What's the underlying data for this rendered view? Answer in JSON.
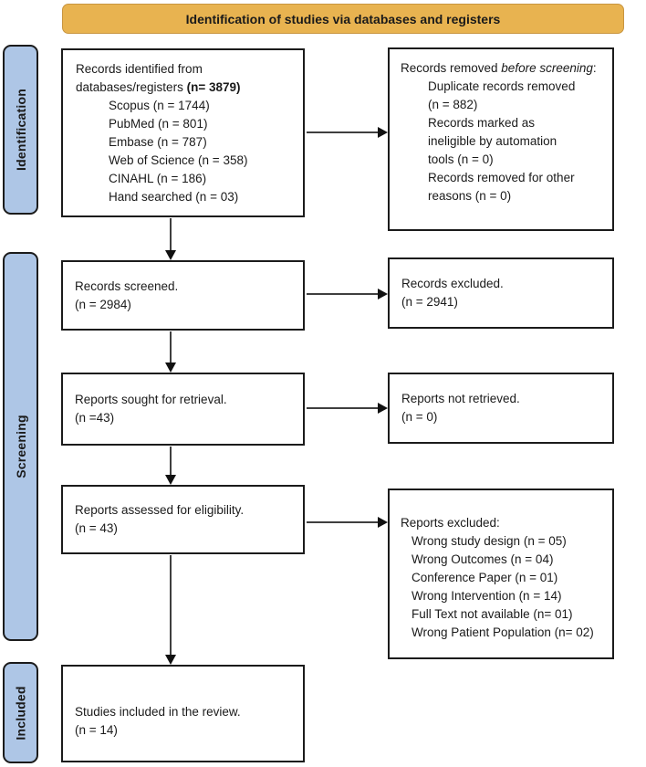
{
  "banner": {
    "label": "Identification of studies via databases and registers"
  },
  "colors": {
    "banner_fill": "#E8B350",
    "banner_border": "#C89540",
    "sidebar_fill": "#AEC6E6",
    "arrow": "#3f3f3f"
  },
  "sidebar": {
    "items": [
      {
        "label": "Identification"
      },
      {
        "label": "Screening"
      },
      {
        "label": "Included"
      }
    ]
  },
  "boxes": {
    "identified": {
      "line1": "Records identified from",
      "line2_normal": "databases/registers ",
      "line2_bold": "(n= 3879)",
      "items": [
        "Scopus (n = 1744)",
        "PubMed (n = 801)",
        "Embase (n = 787)",
        "Web of Science (n = 358)",
        "CINAHL (n = 186)",
        "Hand searched (n = 03)"
      ]
    },
    "removed": {
      "lead_normal": "Records removed ",
      "lead_italic": "before screening",
      "lead_suffix": ":",
      "items": [
        "Duplicate records removed (n = 882)",
        "Records marked as ineligible by automation tools (n = 0)",
        "Records removed for other reasons (n = 0)"
      ]
    },
    "screened": {
      "line1": "Records screened.",
      "line2": "(n = 2984)"
    },
    "excluded": {
      "line1": "Records excluded.",
      "line2": "(n = 2941)"
    },
    "sought": {
      "line1": "Reports sought for retrieval.",
      "line2": "(n =43)"
    },
    "not_retrieved": {
      "line1": "Reports not retrieved.",
      "line2": "(n = 0)"
    },
    "assessed": {
      "line1": "Reports assessed for eligibility.",
      "line2": "(n = 43)"
    },
    "reports_excluded": {
      "lead": "Reports excluded:",
      "items": [
        "Wrong study design (n = 05)",
        "Wrong Outcomes (n = 04)",
        "Conference Paper (n = 01)",
        "Wrong Intervention (n = 14)",
        "Full Text not available (n= 01)",
        "Wrong Patient Population (n= 02)"
      ]
    },
    "included": {
      "line1": "Studies included in the review.",
      "line2": "(n = 14)"
    }
  }
}
